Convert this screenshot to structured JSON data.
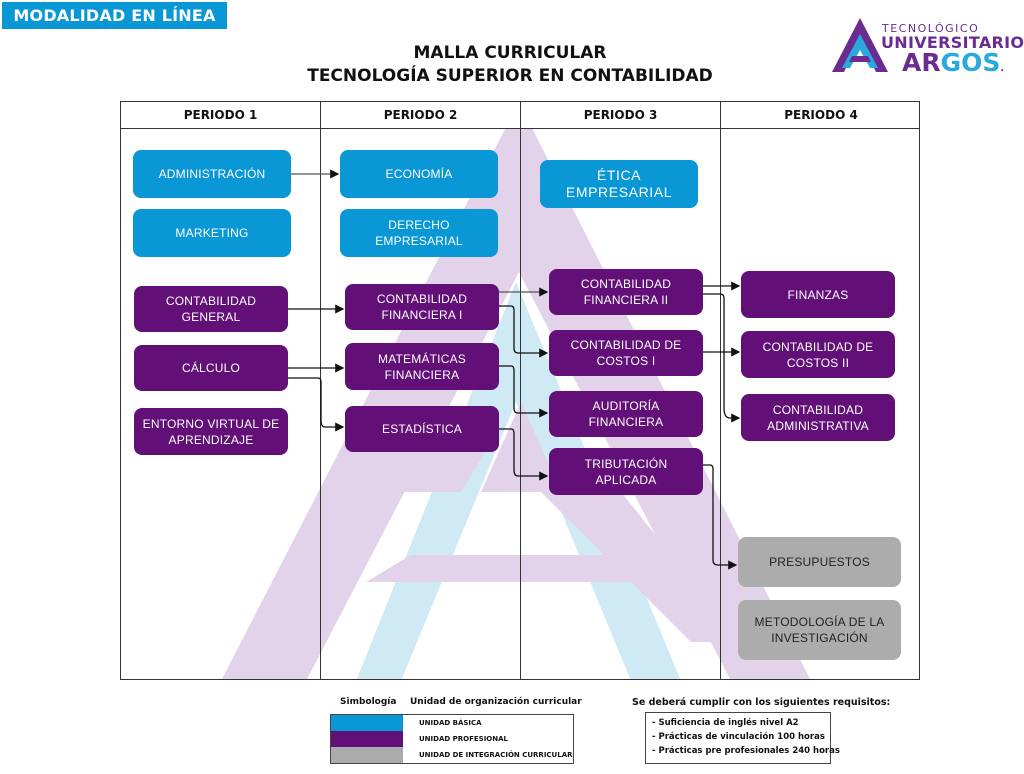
{
  "header": {
    "mode_banner": "MODALIDAD EN LÍNEA",
    "title_line1": "MALLA CURRICULAR",
    "title_line2": "TECNOLOGÍA SUPERIOR EN CONTABILIDAD",
    "logo": {
      "line1": "TECNOLÓGICO",
      "line2": "UNIVERSITARIO",
      "line3a": "AR",
      "line3b": "GOS",
      "line3c": ".",
      "icon": "argos-triangle-logo-icon"
    }
  },
  "colors": {
    "basica": "#0a97d6",
    "profesional": "#621077",
    "integracion": "#acacac",
    "watermark_purple": "#e0d0e8",
    "watermark_blue": "#cde8f4"
  },
  "periods": [
    {
      "label": "PERIODO 1",
      "courses": [
        {
          "id": "administracion",
          "name": "ADMINISTRACIÓN",
          "unit": "basica"
        },
        {
          "id": "marketing",
          "name": "MARKETING",
          "unit": "basica"
        },
        {
          "id": "contabilidad-general",
          "name": "CONTABILIDAD GENERAL",
          "unit": "profesional"
        },
        {
          "id": "calculo",
          "name": "CÁLCULO",
          "unit": "profesional"
        },
        {
          "id": "entorno-virtual",
          "name": "ENTORNO VIRTUAL DE APRENDIZAJE",
          "unit": "profesional"
        }
      ]
    },
    {
      "label": "PERIODO 2",
      "courses": [
        {
          "id": "economia",
          "name": "ECONOMÍA",
          "unit": "basica"
        },
        {
          "id": "derecho-empresarial",
          "name": "DERECHO EMPRESARIAL",
          "unit": "basica"
        },
        {
          "id": "contabilidad-financiera-1",
          "name": "CONTABILIDAD FINANCIERA I",
          "unit": "profesional"
        },
        {
          "id": "matematicas-financiera",
          "name": "MATEMÁTICAS FINANCIERA",
          "unit": "profesional"
        },
        {
          "id": "estadistica",
          "name": "ESTADÍSTICA",
          "unit": "profesional"
        }
      ]
    },
    {
      "label": "PERIODO 3",
      "courses": [
        {
          "id": "etica-empresarial",
          "name": "ÉTICA EMPRESARIAL",
          "unit": "basica"
        },
        {
          "id": "contabilidad-financiera-2",
          "name": "CONTABILIDAD FINANCIERA II",
          "unit": "profesional"
        },
        {
          "id": "contabilidad-costos-1",
          "name": "CONTABILIDAD DE COSTOS I",
          "unit": "profesional"
        },
        {
          "id": "auditoria-financiera",
          "name": "AUDITORÍA FINANCIERA",
          "unit": "profesional"
        },
        {
          "id": "tributacion-aplicada",
          "name": "TRIBUTACIÓN APLICADA",
          "unit": "profesional"
        }
      ]
    },
    {
      "label": "PERIODO 4",
      "courses": [
        {
          "id": "finanzas",
          "name": "FINANZAS",
          "unit": "profesional"
        },
        {
          "id": "contabilidad-costos-2",
          "name": "CONTABILIDAD DE COSTOS II",
          "unit": "profesional"
        },
        {
          "id": "contabilidad-administrativa",
          "name": "CONTABILIDAD ADMINISTRATIVA",
          "unit": "profesional"
        },
        {
          "id": "presupuestos",
          "name": "PRESUPUESTOS",
          "unit": "integracion"
        },
        {
          "id": "metodologia-investigacion",
          "name": "METODOLOGÍA DE LA INVESTIGACIÓN",
          "unit": "integracion"
        }
      ]
    }
  ],
  "prerequisites": [
    {
      "from": "administracion",
      "to": "economia"
    },
    {
      "from": "contabilidad-general",
      "to": "contabilidad-financiera-1"
    },
    {
      "from": "calculo",
      "to": "matematicas-financiera"
    },
    {
      "from": "calculo",
      "to": "estadistica"
    },
    {
      "from": "contabilidad-financiera-1",
      "to": "contabilidad-financiera-2"
    },
    {
      "from": "contabilidad-financiera-1",
      "to": "contabilidad-costos-1"
    },
    {
      "from": "matematicas-financiera",
      "to": "auditoria-financiera"
    },
    {
      "from": "estadistica",
      "to": "tributacion-aplicada"
    },
    {
      "from": "contabilidad-financiera-2",
      "to": "finanzas"
    },
    {
      "from": "contabilidad-financiera-2",
      "to": "contabilidad-administrativa"
    },
    {
      "from": "contabilidad-costos-1",
      "to": "contabilidad-costos-2"
    },
    {
      "from": "tributacion-aplicada",
      "to": "presupuestos"
    }
  ],
  "legend": {
    "header_symbol": "Simbología",
    "header_unit": "Unidad de organización  curricular",
    "items": [
      {
        "label": "UNIDAD BÁSICA",
        "color": "#0a97d6"
      },
      {
        "label": "UNIDAD PROFESIONAL",
        "color": "#621077"
      },
      {
        "label": "UNIDAD DE INTEGRACIÓN CURRICULAR",
        "color": "#acacac"
      }
    ]
  },
  "requirements": {
    "title": "Se deberá cumplir con los siguientes requisitos:",
    "items": [
      "- Suficiencia de inglés nivel A2",
      "- Prácticas de vinculación 100 horas",
      "- Prácticas pre profesionales 240 horas"
    ]
  }
}
